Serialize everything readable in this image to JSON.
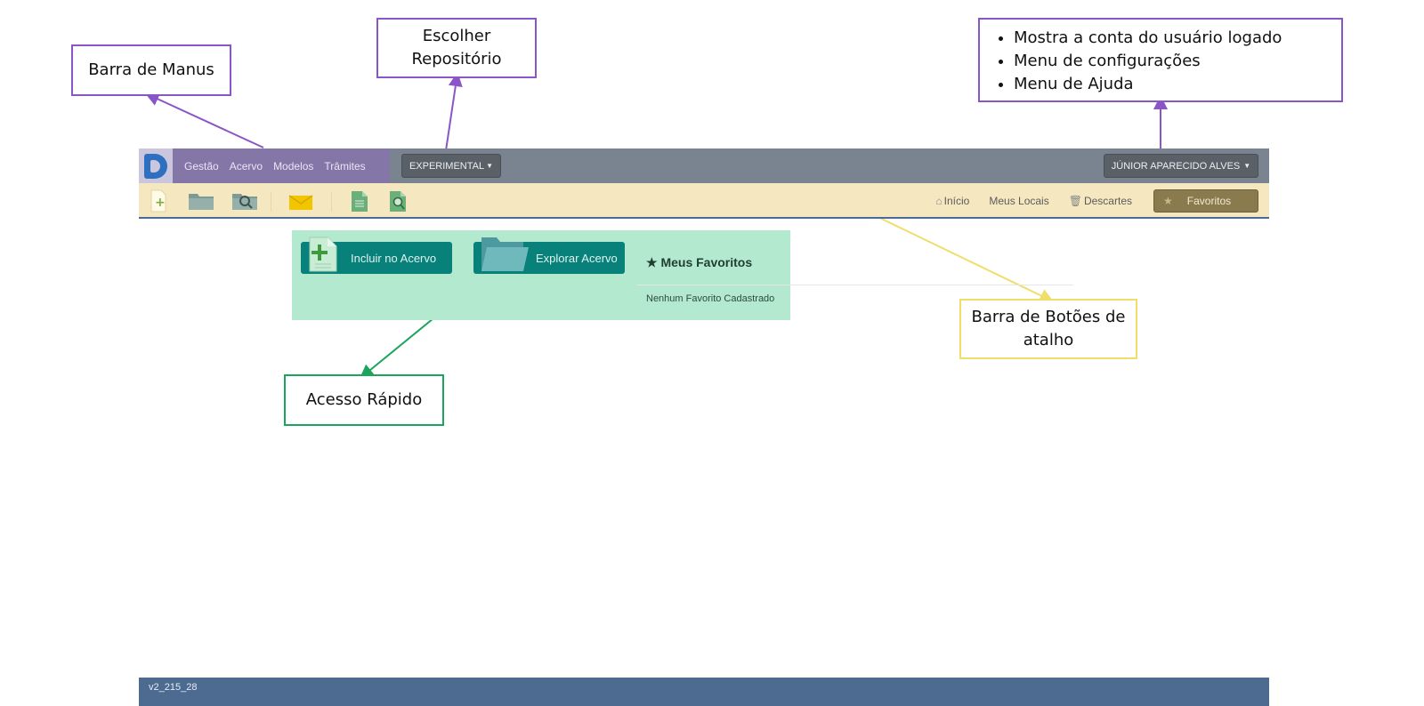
{
  "annotations": {
    "menus": "Barra de Manus",
    "repository": "Escolher Repositório",
    "account_items": [
      "Mostra a conta do usuário logado",
      "Menu de configurações",
      "Menu de Ajuda"
    ],
    "shortcuts": "Barra de Botões de atalho",
    "quick_access": "Acesso Rápido"
  },
  "navbar": {
    "menu_items": [
      "Gestão",
      "Acervo",
      "Modelos",
      "Trâmites"
    ],
    "repository_label": "EXPERIMENTAL",
    "user_label": "JÚNIOR APARECIDO ALVES"
  },
  "toolbar": {
    "links": {
      "home": "Início",
      "places": "Meus Locais",
      "trash": "Descartes"
    },
    "favorites_label": "Favoritos",
    "icons": [
      "new-document-icon",
      "folder-icon",
      "folder-search-icon",
      "mail-icon",
      "document-icon",
      "document-search-icon"
    ]
  },
  "quick_access": {
    "include_label": "Incluir no  Acervo",
    "explore_label": "Explorar Acervo",
    "favorites_title": "Meus Favoritos",
    "favorites_empty": "Nenhum Favorito Cadastrado"
  },
  "footer": {
    "version": "v2_215_28"
  },
  "colors": {
    "annotation_purple": "#8a55c7",
    "annotation_yellow": "#f0dd6a",
    "annotation_green": "#1aa45c",
    "navbar": "#7a8490",
    "toolbar": "#f5e8c0",
    "quick_panel": "#b3e9cf",
    "button_teal": "#08817a",
    "footer": "#4d6a90"
  }
}
